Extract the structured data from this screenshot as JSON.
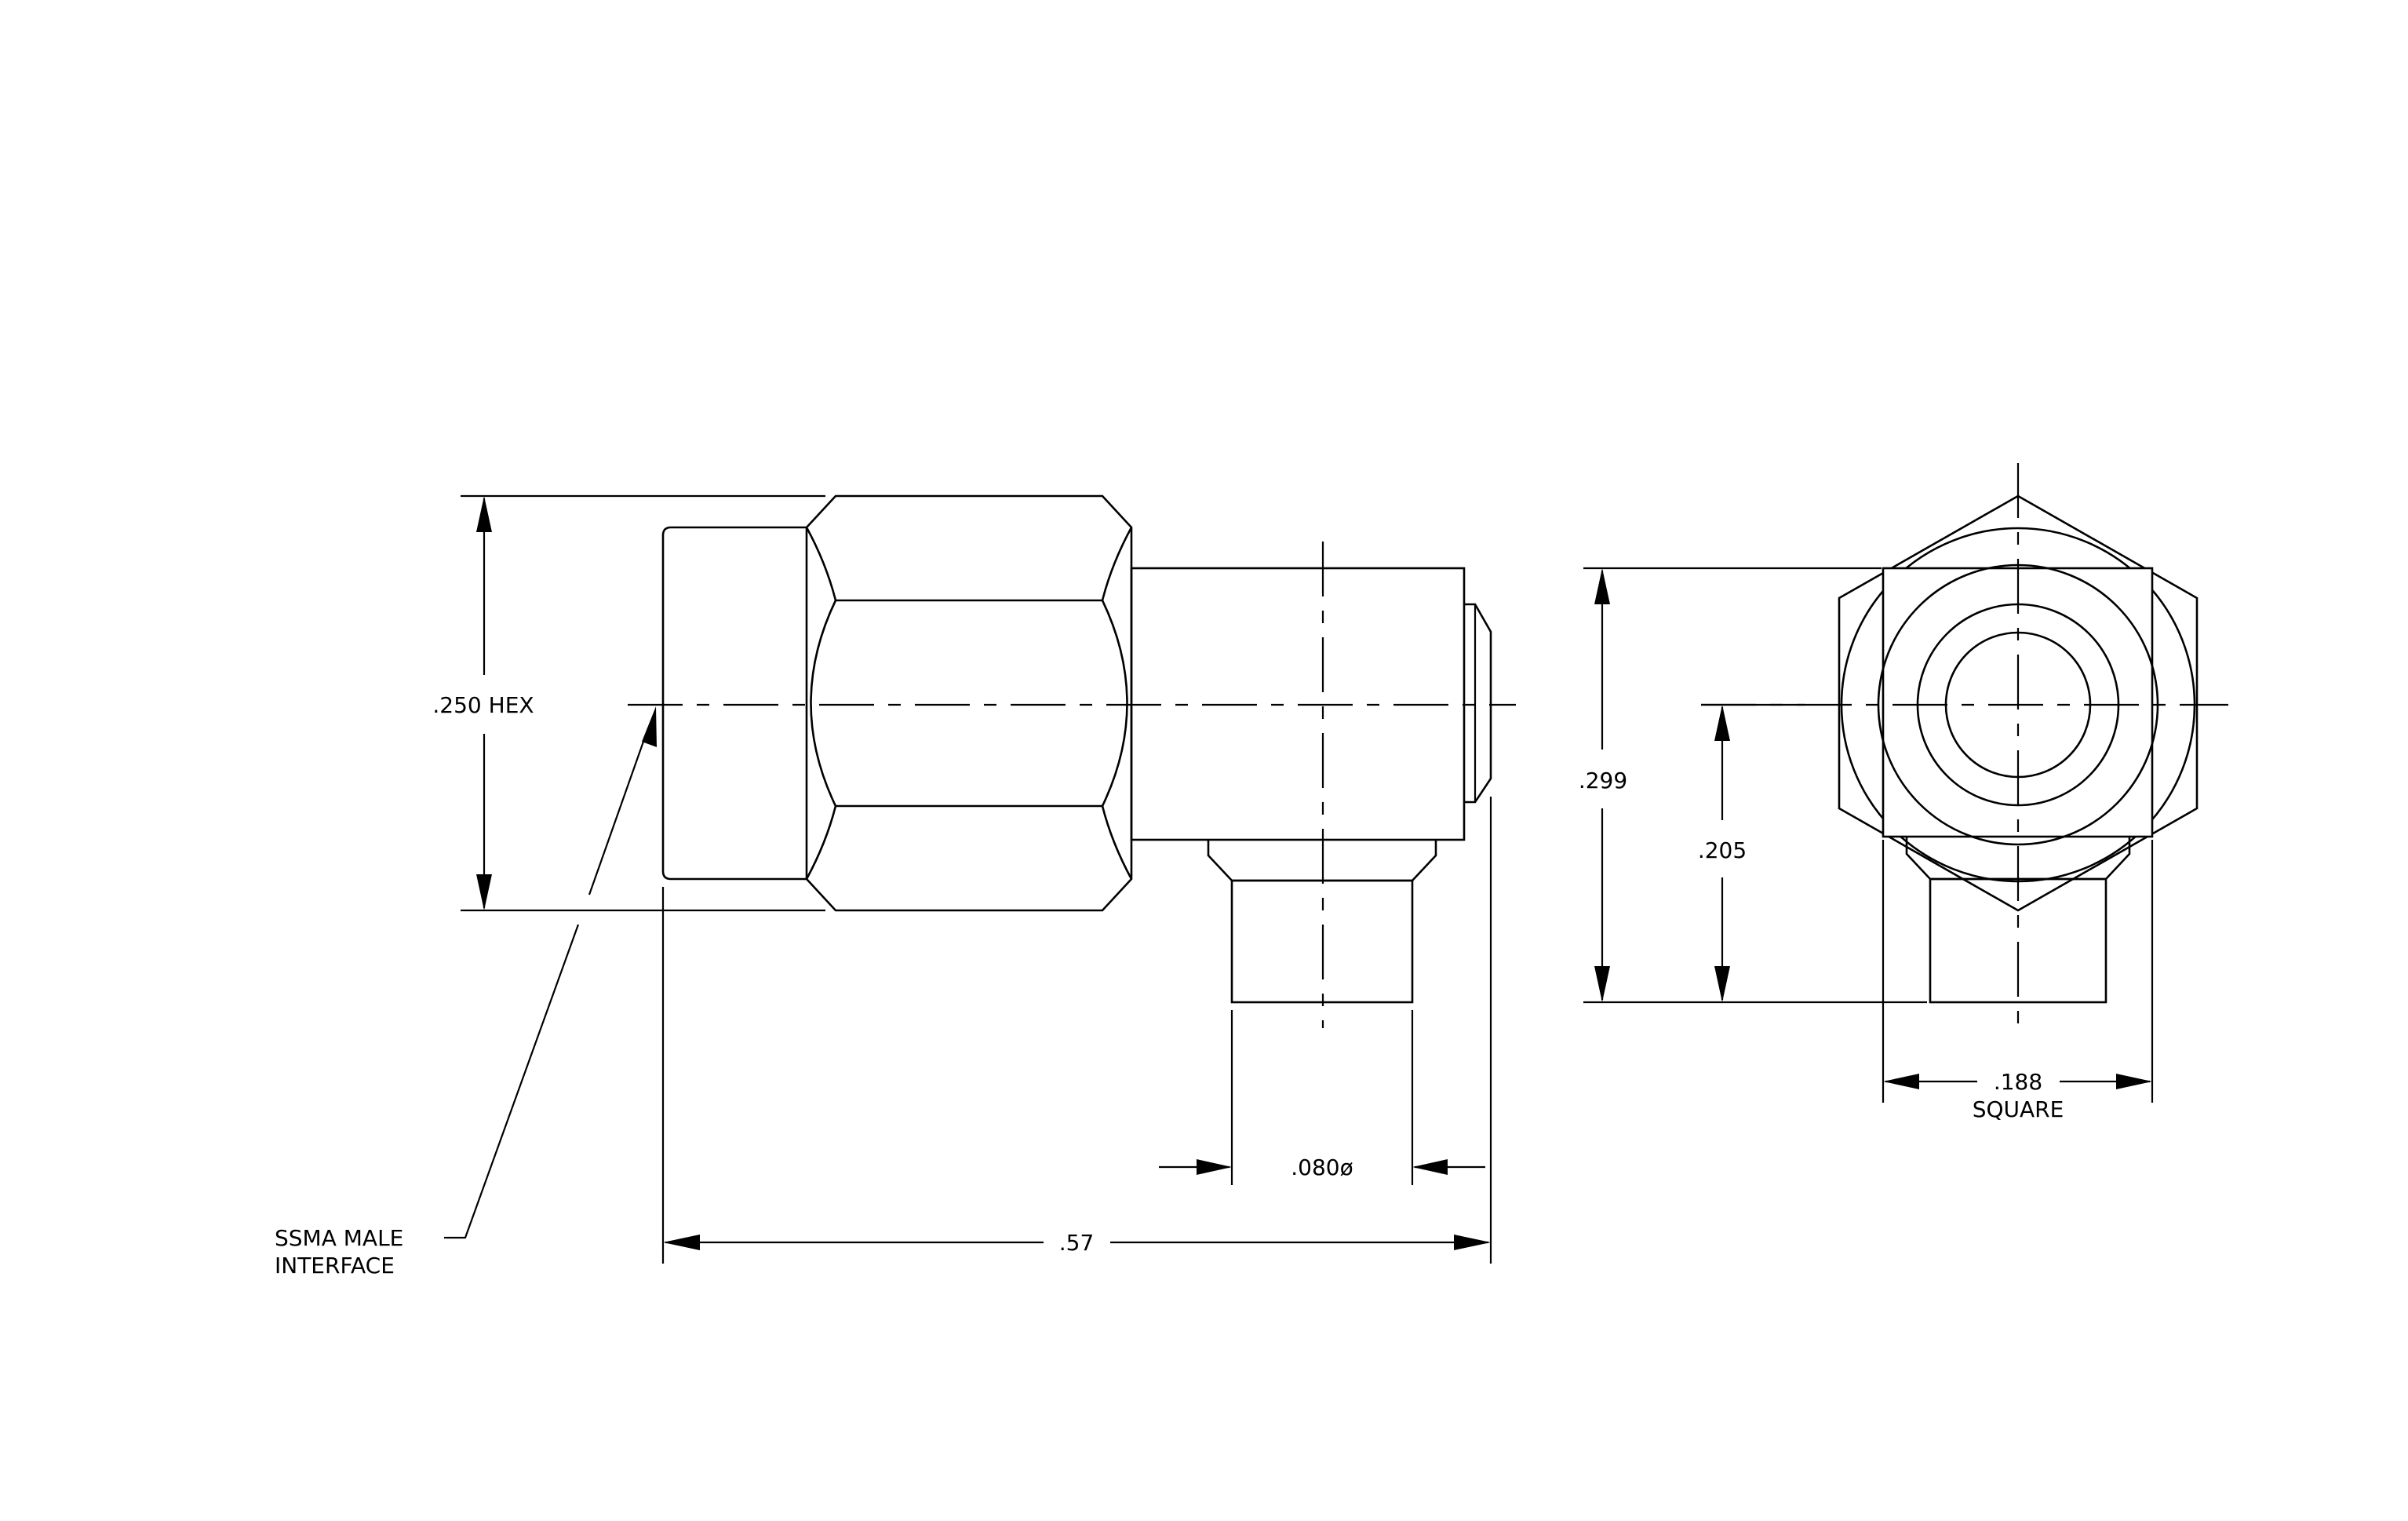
{
  "labels": {
    "hex": ".250 HEX",
    "length": ".57",
    "diameter": ".080ø",
    "height_total": ".299",
    "height_center": ".205",
    "square_value": ".188",
    "square_word": "SQUARE",
    "interface_line1": "SSMA MALE",
    "interface_line2": "INTERFACE"
  }
}
